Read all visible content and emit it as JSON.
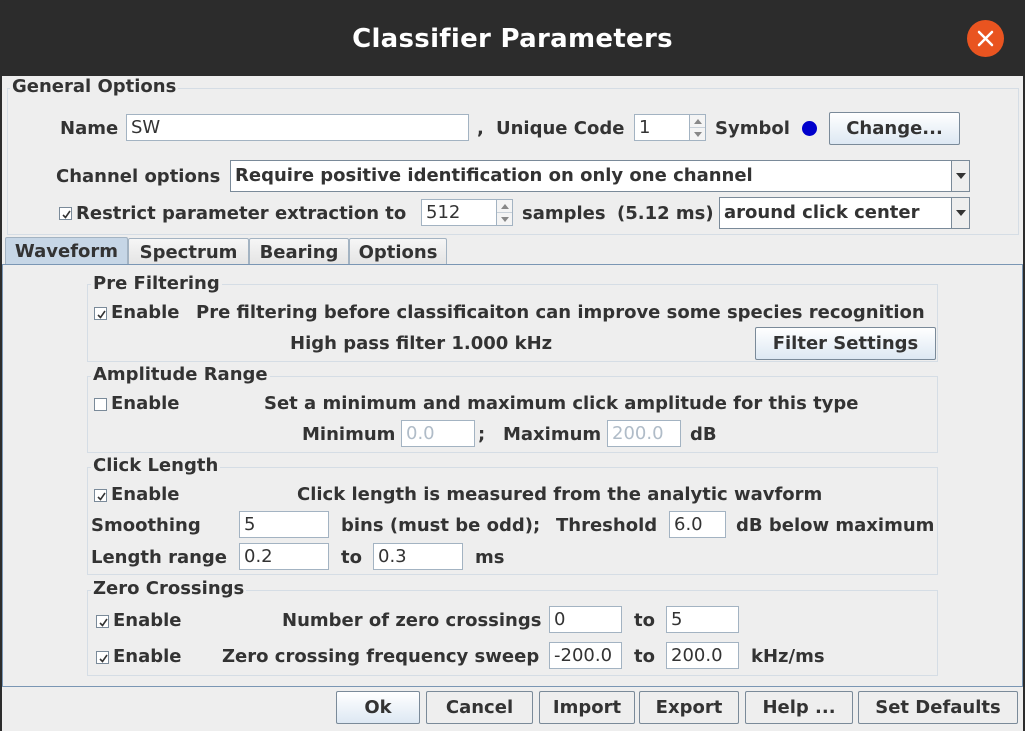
{
  "window": {
    "title": "Classifier Parameters"
  },
  "general": {
    "group_title": "General Options",
    "name_label": "Name",
    "name_value": "SW",
    "comma": ",",
    "unique_code_label": "Unique Code",
    "unique_code_value": "1",
    "symbol_label": "Symbol",
    "symbol_color": "#0000cc",
    "change_button": "Change...",
    "channel_label": "Channel options",
    "channel_value": "Require positive identification on only one channel",
    "restrict_checked": true,
    "restrict_label": "Restrict parameter extraction to",
    "restrict_samples": "512",
    "samples_label": "samples",
    "samples_ms": "(5.12 ms)",
    "restrict_position": "around click center"
  },
  "tabs": [
    {
      "label": "Waveform",
      "active": true
    },
    {
      "label": "Spectrum",
      "active": false
    },
    {
      "label": "Bearing",
      "active": false
    },
    {
      "label": "Options",
      "active": false
    }
  ],
  "pre_filtering": {
    "title": "Pre Filtering",
    "enable_checked": true,
    "enable_label": "Enable",
    "description": "Pre filtering before classificaiton can improve some species recognition",
    "filter_text": "High pass filter 1.000 kHz",
    "filter_button": "Filter Settings"
  },
  "amplitude_range": {
    "title": "Amplitude Range",
    "enable_checked": false,
    "enable_label": "Enable",
    "description": "Set a minimum and maximum click amplitude for this type",
    "min_label": "Minimum",
    "min_value": "0.0",
    "separator": ";",
    "max_label": "Maximum",
    "max_value": "200.0",
    "unit": "dB"
  },
  "click_length": {
    "title": "Click Length",
    "enable_checked": true,
    "enable_label": "Enable",
    "description": "Click length is measured from the analytic wavform",
    "smoothing_label": "Smoothing",
    "smoothing_value": "5",
    "bins_label": "bins (must be odd);",
    "threshold_label": "Threshold",
    "threshold_value": "6.0",
    "threshold_unit": "dB below maximum",
    "range_label": "Length range",
    "range_min": "0.2",
    "to_label": "to",
    "range_max": "0.3",
    "range_unit": "ms"
  },
  "zero_crossings": {
    "title": "Zero Crossings",
    "count_enable_checked": true,
    "count_enable_label": "Enable",
    "count_label": "Number of zero crossings",
    "count_min": "0",
    "count_to": "to",
    "count_max": "5",
    "sweep_enable_checked": true,
    "sweep_enable_label": "Enable",
    "sweep_label": "Zero crossing frequency sweep",
    "sweep_min": "-200.0",
    "sweep_to": "to",
    "sweep_max": "200.0",
    "sweep_unit": "kHz/ms"
  },
  "footer": {
    "ok": "Ok",
    "cancel": "Cancel",
    "import": "Import",
    "export": "Export",
    "help": "Help ...",
    "defaults": "Set Defaults"
  },
  "icons": {
    "close": "close-icon",
    "checkbox": "checkmark-icon",
    "combo": "chevron-down-icon",
    "spinner": "spinner-arrows-icon"
  }
}
